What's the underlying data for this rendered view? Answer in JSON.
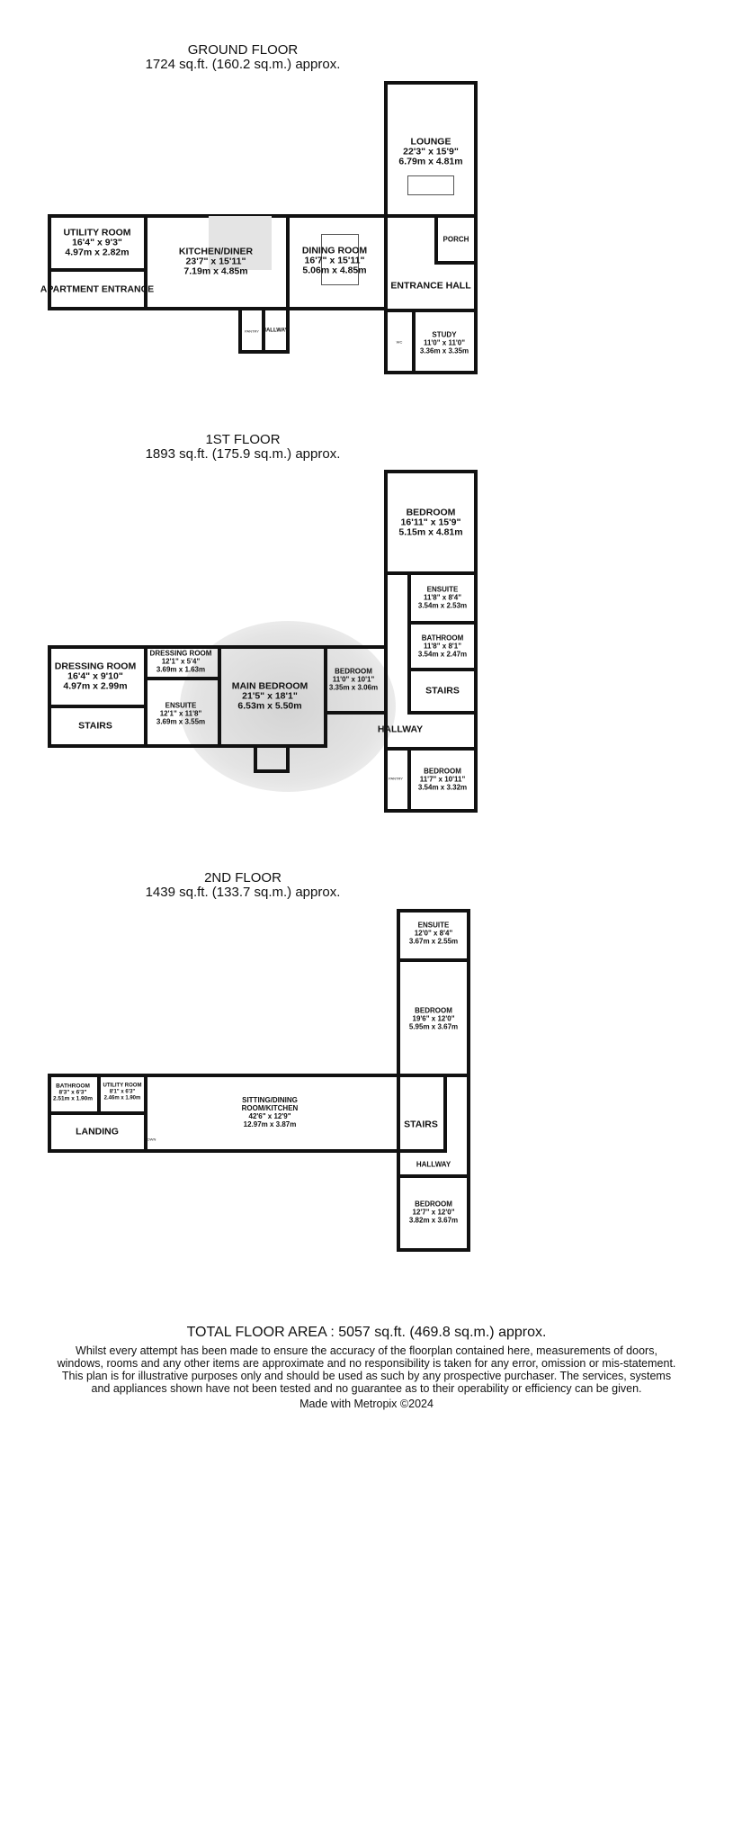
{
  "ground": {
    "title": "GROUND FLOOR",
    "area": "1724 sq.ft. (160.2 sq.m.) approx.",
    "rooms": {
      "lounge": {
        "name": "LOUNGE",
        "imp": "22'3\" x 15'9\"",
        "met": "6.79m x 4.81m"
      },
      "utility": {
        "name": "UTILITY ROOM",
        "imp": "16'4\" x 9'3\"",
        "met": "4.97m x 2.82m"
      },
      "apartment": {
        "name": "APARTMENT ENTRANCE"
      },
      "kitchen": {
        "name": "KITCHEN/DINER",
        "imp": "23'7\" x 15'11\"",
        "met": "7.19m x 4.85m"
      },
      "dining": {
        "name": "DINING ROOM",
        "imp": "16'7\" x 15'11\"",
        "met": "5.06m x 4.85m"
      },
      "porch": {
        "name": "PORCH"
      },
      "entrance": {
        "name": "ENTRANCE HALL"
      },
      "pantry": {
        "name": "PANTRY"
      },
      "hallway": {
        "name": "HALLWAY"
      },
      "wc": {
        "name": "WC"
      },
      "study": {
        "name": "STUDY",
        "imp": "11'0\" x 11'0\"",
        "met": "3.36m x 3.35m"
      }
    }
  },
  "first": {
    "title": "1ST FLOOR",
    "area": "1893 sq.ft. (175.9 sq.m.) approx.",
    "rooms": {
      "bed1": {
        "name": "BEDROOM",
        "imp": "16'11\" x 15'9\"",
        "met": "5.15m x 4.81m"
      },
      "ensuite1": {
        "name": "ENSUITE",
        "imp": "11'8\" x 8'4\"",
        "met": "3.54m x 2.53m"
      },
      "bathroom": {
        "name": "BATHROOM",
        "imp": "11'8\" x 8'1\"",
        "met": "3.54m x 2.47m"
      },
      "stairs_r": {
        "name": "STAIRS"
      },
      "hallway": {
        "name": "HALLWAY"
      },
      "bed2": {
        "name": "BEDROOM",
        "imp": "11'7\" x 10'11\"",
        "met": "3.54m x 3.32m"
      },
      "bed3": {
        "name": "BEDROOM",
        "imp": "11'0\" x 10'1\"",
        "met": "3.35m x 3.06m"
      },
      "main": {
        "name": "MAIN BEDROOM",
        "imp": "21'5\" x 18'1\"",
        "met": "6.53m x 5.50m"
      },
      "dress2": {
        "name": "DRESSING ROOM",
        "imp": "12'1\" x 5'4\"",
        "met": "3.69m x 1.63m"
      },
      "ensuite2": {
        "name": "ENSUITE",
        "imp": "12'1\" x 11'8\"",
        "met": "3.69m x 3.55m"
      },
      "dress1": {
        "name": "DRESSING ROOM",
        "imp": "16'4\" x 9'10\"",
        "met": "4.97m x 2.99m"
      },
      "stairs_l": {
        "name": "STAIRS"
      },
      "pantry": {
        "name": "PANTRY"
      }
    }
  },
  "second": {
    "title": "2ND FLOOR",
    "area": "1439 sq.ft. (133.7 sq.m.) approx.",
    "rooms": {
      "ensuite": {
        "name": "ENSUITE",
        "imp": "12'0\" x 8'4\"",
        "met": "3.67m x 2.55m"
      },
      "bed1": {
        "name": "BEDROOM",
        "imp": "19'6\" x 12'0\"",
        "met": "5.95m x 3.67m"
      },
      "stairs": {
        "name": "STAIRS"
      },
      "hallway": {
        "name": "HALLWAY"
      },
      "bed2": {
        "name": "BEDROOM",
        "imp": "12'7\" x 12'0\"",
        "met": "3.82m x 3.67m"
      },
      "sitting": {
        "name": "SITTING/DINING ROOM/KITCHEN",
        "imp": "42'6\" x 12'9\"",
        "met": "12.97m x 3.87m"
      },
      "bathroom": {
        "name": "BATHROOM",
        "imp": "8'3\" x 6'3\"",
        "met": "2.51m x 1.90m"
      },
      "utility": {
        "name": "UTILITY ROOM",
        "imp": "8'1\" x 6'3\"",
        "met": "2.46m x 1.90m"
      },
      "landing": {
        "name": "LANDING"
      },
      "down": "DOWN"
    }
  },
  "footer": {
    "total": "TOTAL FLOOR AREA : 5057 sq.ft. (469.8 sq.m.) approx.",
    "disclaimer": "Whilst every attempt has been made to ensure the accuracy of the floorplan contained here, measurements of doors, windows, rooms and any other items are approximate and no responsibility is taken for any error, omission or mis-statement. This plan is for illustrative purposes only and should be used as such by any prospective purchaser. The services, systems and appliances shown have not been tested and no guarantee as to their operability or efficiency can be given.",
    "made": "Made with Metropix ©2024"
  }
}
